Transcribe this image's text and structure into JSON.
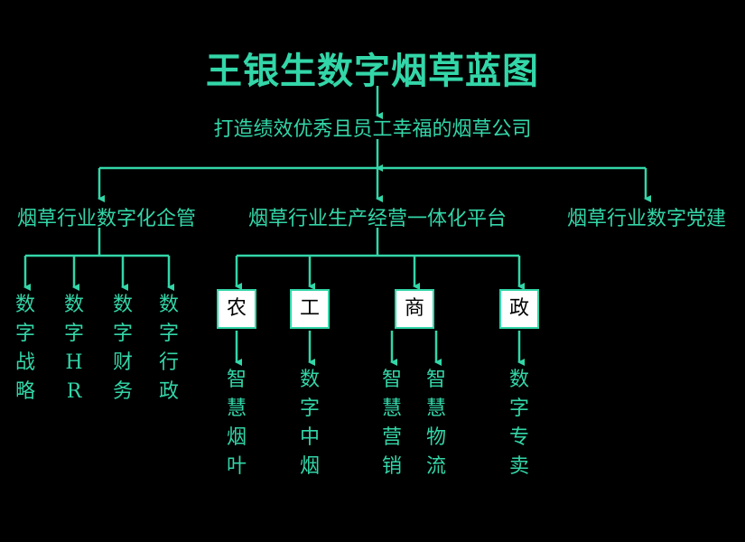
{
  "colors": {
    "text": "#33d6a8",
    "line": "#33d6a8",
    "background": "#000000",
    "box_fill": "#ffffff",
    "box_text": "#000000"
  },
  "title": "王银生数字烟草蓝图",
  "subtitle": "打造绩效优秀且员工幸福的烟草公司",
  "branches": [
    {
      "label": "烟草行业数字化企管",
      "items": [
        "数字战略",
        "数字HR",
        "数字财务",
        "数字行政"
      ]
    },
    {
      "label": "烟草行业生产经营一体化平台",
      "modules": [
        {
          "label": "农",
          "items": [
            "智慧烟叶"
          ]
        },
        {
          "label": "工",
          "items": [
            "数字中烟"
          ]
        },
        {
          "label": "商",
          "items": [
            "智慧营销",
            "智慧物流"
          ]
        },
        {
          "label": "政",
          "items": [
            "数字专卖"
          ]
        }
      ]
    },
    {
      "label": "烟草行业数字党建"
    }
  ]
}
